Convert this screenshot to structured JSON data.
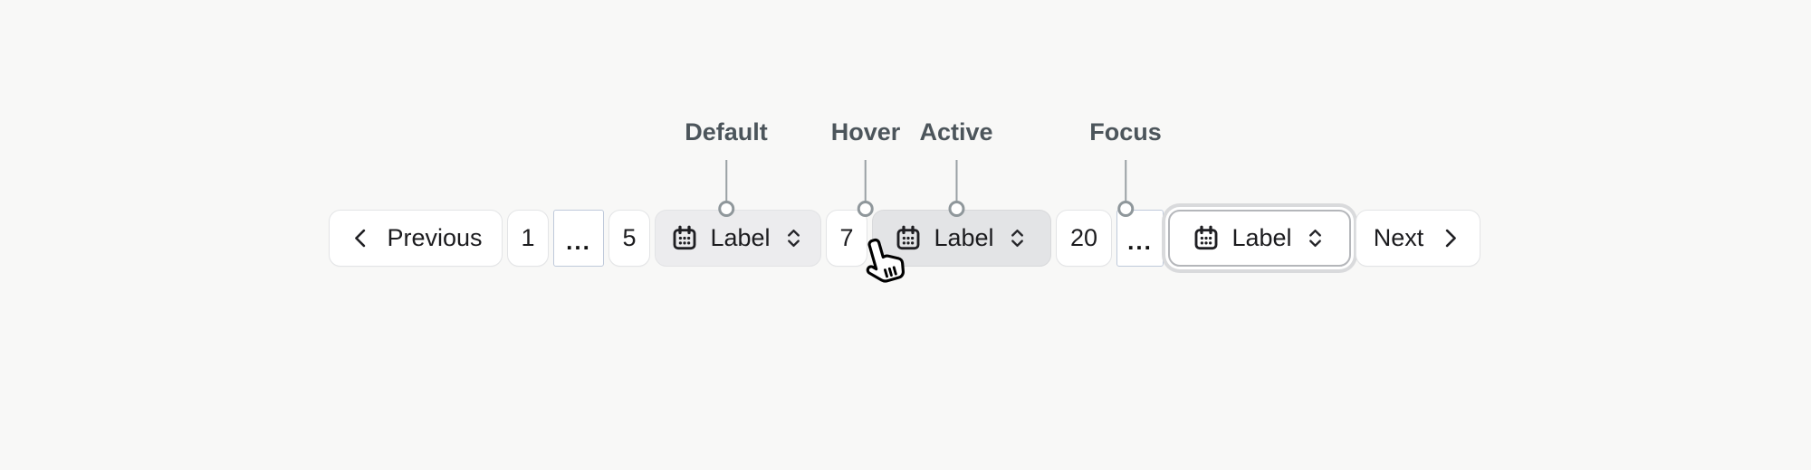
{
  "annotations": [
    {
      "label": "Default"
    },
    {
      "label": "Hover"
    },
    {
      "label": "Active"
    },
    {
      "label": "Focus"
    }
  ],
  "pagination": {
    "previous": "Previous",
    "next": "Next",
    "pages": [
      "1",
      "...",
      "5",
      "7",
      "20",
      "..."
    ],
    "dropdowns": [
      {
        "label": "Label",
        "state": "Default"
      },
      {
        "label": "Label",
        "state": "Active"
      },
      {
        "label": "Label",
        "state": "Focus"
      }
    ]
  },
  "cursor": {
    "type": "hand-pointer"
  },
  "icons": [
    "chevron-left-icon",
    "calendar-icon",
    "chevrons-up-down-icon",
    "chevron-right-icon",
    "hand-pointer-cursor-icon"
  ],
  "colors": {
    "page_background": "#f8f8f7",
    "button_background": "#ffffff",
    "button_border": "#e3e4e6",
    "button_text": "#1c1c1f",
    "annotation_text": "#4c555b",
    "connector": "#9aa1a5",
    "dropdown_default_background": "#ececee",
    "dropdown_active_background": "#e3e4e6",
    "focus_border": "#b4b6ba",
    "focus_ring": "#d9dadc",
    "ellipsis_border": "#bfc9da"
  }
}
